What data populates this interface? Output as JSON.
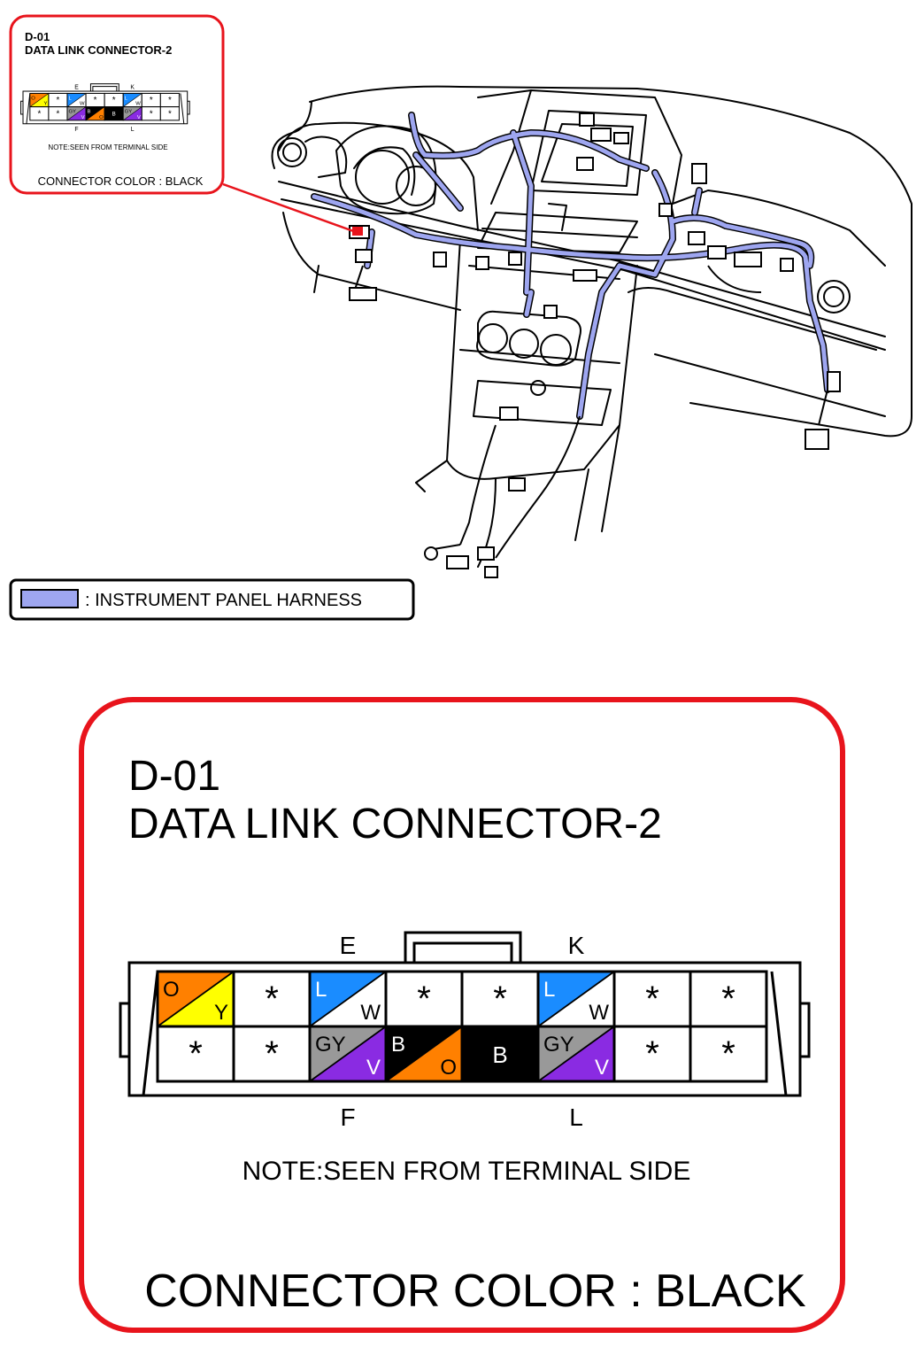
{
  "small_card": {
    "code": "D-01",
    "name": "DATA LINK CONNECTOR-2",
    "note": "NOTE:SEEN FROM TERMINAL SIDE",
    "connector_color": "CONNECTOR COLOR : BLACK"
  },
  "legend": {
    "label": ": INSTRUMENT PANEL HARNESS",
    "swatch_color": "#9ea6f0"
  },
  "large_card": {
    "code": "D-01",
    "name": "DATA LINK CONNECTOR-2",
    "note": "NOTE:SEEN FROM TERMINAL SIDE",
    "connector_color": "CONNECTOR COLOR : BLACK"
  },
  "connector": {
    "top_labels": [
      "E",
      "K"
    ],
    "bottom_labels": [
      "F",
      "L"
    ],
    "top_row": [
      {
        "type": "split",
        "a": "O",
        "b": "Y",
        "color_a": "#ff8000",
        "color_b": "#ffff00"
      },
      {
        "type": "unused",
        "mark": "*"
      },
      {
        "type": "split",
        "a": "L",
        "b": "W",
        "color_a": "#1a8cff",
        "color_b": "#ffffff"
      },
      {
        "type": "unused",
        "mark": "*"
      },
      {
        "type": "unused",
        "mark": "*"
      },
      {
        "type": "split",
        "a": "L",
        "b": "W",
        "color_a": "#1a8cff",
        "color_b": "#ffffff"
      },
      {
        "type": "unused",
        "mark": "*"
      },
      {
        "type": "unused",
        "mark": "*"
      }
    ],
    "bottom_row": [
      {
        "type": "unused",
        "mark": "*"
      },
      {
        "type": "unused",
        "mark": "*"
      },
      {
        "type": "split",
        "a": "GY",
        "b": "V",
        "color_a": "#999999",
        "color_b": "#8a2be2"
      },
      {
        "type": "split",
        "a": "B",
        "b": "O",
        "color_a": "#000000",
        "color_b": "#ff8000"
      },
      {
        "type": "solid",
        "a": "B",
        "color_a": "#000000"
      },
      {
        "type": "split",
        "a": "GY",
        "b": "V",
        "color_a": "#999999",
        "color_b": "#8a2be2"
      },
      {
        "type": "unused",
        "mark": "*"
      },
      {
        "type": "unused",
        "mark": "*"
      }
    ]
  },
  "colors": {
    "callout_border": "#e8141c",
    "harness": "#9ea6f0"
  }
}
